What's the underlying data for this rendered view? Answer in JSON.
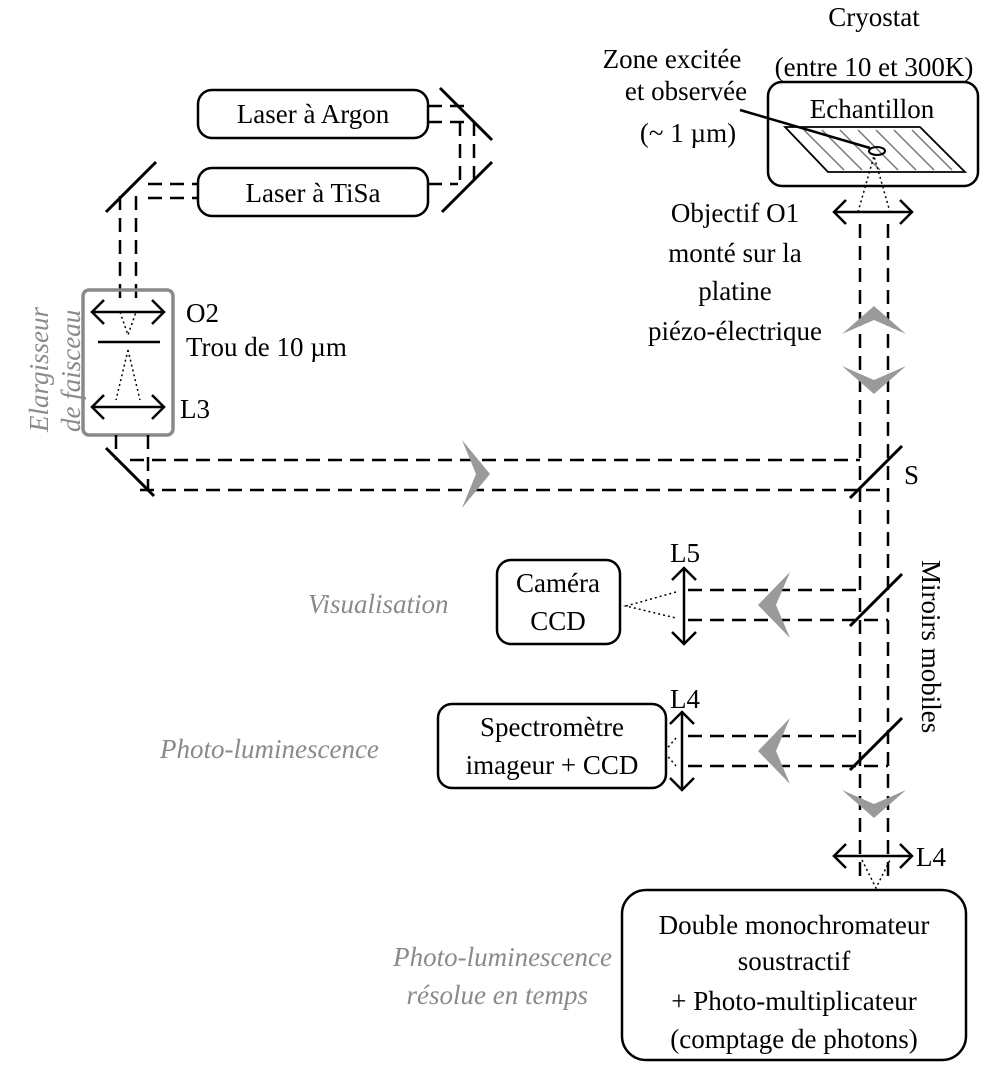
{
  "boxes": {
    "argon": "Laser à Argon",
    "tisa": "Laser à TiSa",
    "sample": "Echantillon",
    "camera": [
      "Caméra",
      "CCD"
    ],
    "spectro": [
      "Spectromètre",
      "imageur + CCD"
    ],
    "monochromator": [
      "Double monochromateur",
      "soustractif",
      "+ Photo-multiplicateur",
      "(comptage de photons)"
    ]
  },
  "labels": {
    "cryostat": [
      "Cryostat",
      "(entre 10 et 300K)"
    ],
    "zone": [
      "Zone excitée",
      "et observée",
      "(~ 1 µm)"
    ],
    "objective": [
      "Objectif O1",
      "monté sur la",
      "platine",
      "piézo-électrique"
    ],
    "o2": "O2",
    "pinhole": "Trou de 10 µm",
    "l3": "L3",
    "s": "S",
    "l5": "L5",
    "l4_spectro": "L4",
    "l4_bottom": "L4",
    "mirrors": "Miroirs mobiles",
    "expander": [
      "Elargisseur",
      "de faisceau"
    ]
  },
  "modes": {
    "visualisation": "Visualisation",
    "pl": "Photo-luminescence",
    "trpl": [
      "Photo-luminescence",
      "résolue en temps"
    ]
  },
  "colors": {
    "line": "#000000",
    "arrow": "#9a9a9a",
    "grey_text": "#8a8a8a"
  }
}
